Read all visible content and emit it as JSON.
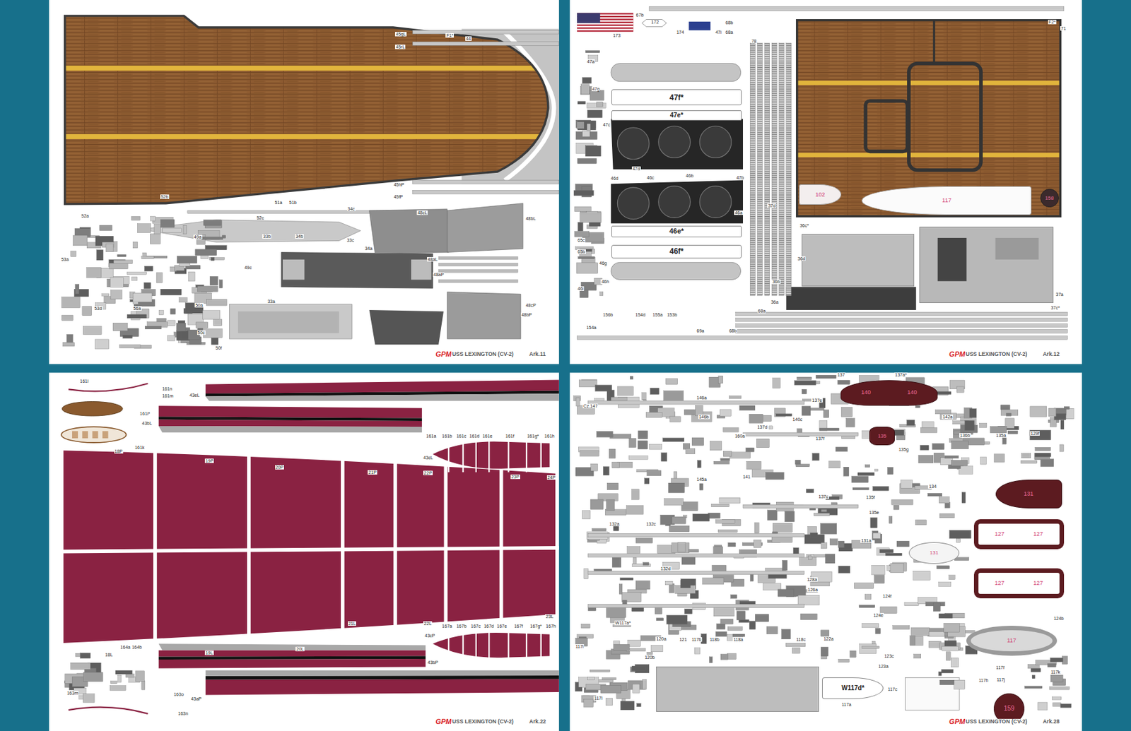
{
  "diagram": {
    "nodes": [
      {
        "text": [
          "47f*"
        ]
      },
      {
        "text": [
          "47e*"
        ]
      },
      {
        "text": [
          "46e*"
        ]
      },
      {
        "text": [
          "46f*"
        ]
      },
      {
        "text": [
          "102"
        ]
      },
      {
        "text": [
          "117"
        ]
      },
      {
        "text": [
          "158"
        ]
      },
      {
        "text": [
          "140",
          "140"
        ]
      },
      {
        "text": [
          "135"
        ]
      },
      {
        "text": [
          "131"
        ]
      },
      {
        "text": [
          "131"
        ]
      },
      {
        "text": [
          "127",
          "127"
        ]
      },
      {
        "text": [
          "127",
          "127"
        ]
      },
      {
        "text": [
          "117"
        ]
      },
      {
        "text": [
          "W117d*"
        ]
      },
      {
        "text": [
          "159"
        ]
      }
    ],
    "labels": [
      "45gL",
      "45rL",
      "F1*",
      "44",
      "45hP",
      "45fP",
      "52b",
      "52a",
      "51a",
      "51b",
      "52c",
      "34c",
      "48cL",
      "48bL",
      "49a",
      "33b",
      "34b",
      "33c",
      "34a",
      "48aL",
      "53a",
      "49c",
      "48aP",
      "33a",
      "50a",
      "56a",
      "53d",
      "48cP",
      "48bP",
      "50c",
      "50f",
      "GPM",
      "USS LEXINGTON (CV-2)",
      "Ark.11",
      "67b",
      "172",
      "173",
      "174",
      "47i",
      "68b",
      "68a",
      "78",
      "F2*",
      "71",
      "47a",
      "47g",
      "47c",
      "47d",
      "46d",
      "46c",
      "46b",
      "47b",
      "46a",
      "37d",
      "36c*",
      "36d",
      "36b",
      "36a",
      "37a",
      "37c*",
      "68a",
      "69a",
      "68b",
      "154a",
      "156b",
      "154d",
      "155a",
      "153b",
      "46i",
      "46h",
      "46g",
      "65b",
      "65c",
      "GPM",
      "USS LEXINGTON (CV-2)",
      "Ark.12",
      "161l",
      "161n",
      "161m",
      "43eL",
      "161i*",
      "43bL",
      "161k",
      "18P",
      "19P",
      "20P",
      "21P",
      "22P",
      "23P",
      "24P",
      "161a",
      "161b",
      "161c",
      "161d",
      "161e",
      "161f",
      "161g*",
      "161h",
      "43cL",
      "18L",
      "19L",
      "20L",
      "21L",
      "22L",
      "23L",
      "167a",
      "167b",
      "167c",
      "167d",
      "167e",
      "167f",
      "167g*",
      "167h",
      "43cP",
      "43bP",
      "163m",
      "163o",
      "43aP",
      "163n",
      "164a",
      "164b",
      "GPM",
      "USS LEXINGTON (CV-2)",
      "Ark.22",
      "137",
      "137a*",
      "142a",
      "136b",
      "135a",
      "129f",
      "146a",
      "146b",
      "Cz.147",
      "160a",
      "140c",
      "137d",
      "137e",
      "135g",
      "137f",
      "141",
      "145a",
      "137c",
      "135f",
      "134",
      "135e",
      "132d",
      "132a",
      "132c",
      "131a",
      "124b",
      "124f",
      "124e",
      "123c",
      "123a",
      "117a",
      "117c",
      "117f",
      "117k",
      "117h",
      "117j",
      "121",
      "120a",
      "120b",
      "118b",
      "118a",
      "118c",
      "117b",
      "W117a*",
      "117i",
      "117l",
      "122a",
      "128a",
      "126a",
      "GPM",
      "USS LEXINGTON (CV-2)",
      "Ark.28"
    ]
  }
}
